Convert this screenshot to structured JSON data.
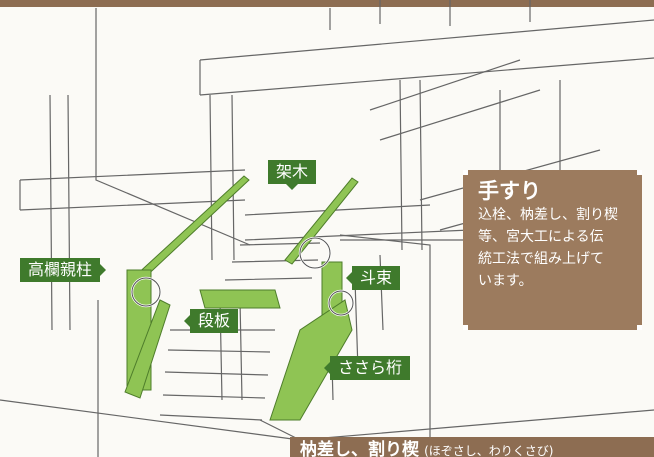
{
  "labels": {
    "kagi": "架木",
    "kouran_oyabashira": "高欄親柱",
    "tozuka": "斗束",
    "dan_ita": "段板",
    "sasara_keta": "ささら桁"
  },
  "tesuri_box": {
    "title": "手すり",
    "body_lines": [
      "込栓、枘差し、割り楔",
      "等、宮大工による伝",
      "統工法で組み上げて",
      "います。"
    ]
  },
  "bottom_caption": {
    "title": "枘差し、割り楔",
    "reading": "(ほぞさし、わりくさび)"
  },
  "colors": {
    "accent_green": "#8fc454",
    "label_green": "#3f7a2c",
    "box_brown": "#9c7b5e",
    "strip_brown": "#8d6d52",
    "line_ink": "#555555"
  }
}
